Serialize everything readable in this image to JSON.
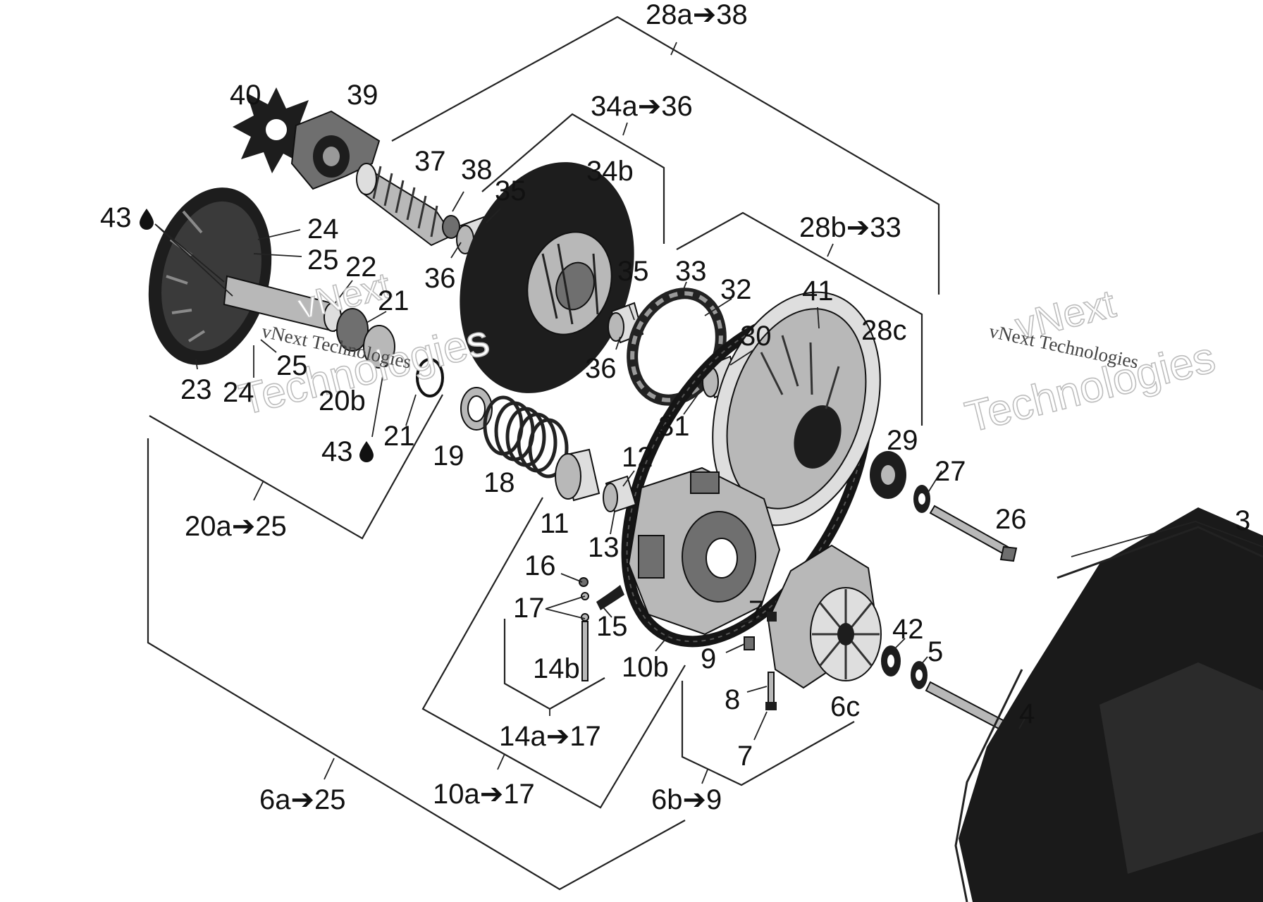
{
  "diagram": {
    "colors": {
      "ink": "#111111",
      "part_dark": "#1d1d1d",
      "part_mid": "#6f6f6f",
      "part_light": "#b8b8b8",
      "watermark_outline": "#bdbdbd"
    },
    "watermark": {
      "logo": "vNext",
      "line1": "Technologies",
      "small": "vNext Technologies"
    },
    "group_labels": {
      "g28a_38": "28a➔38",
      "g34a_36": "34a➔36",
      "g28b_33": "28b➔33",
      "g20a_25": "20a➔25",
      "g14a_17": "14a➔17",
      "g10a_17": "10a➔17",
      "g6a_25": "6a➔25",
      "g6b_9": "6b➔9"
    },
    "part_labels": {
      "p40": "40",
      "p39": "39",
      "p37": "37",
      "p38": "38",
      "p35a": "35",
      "p34b": "34b",
      "p43a": "43",
      "p24a": "24",
      "p25a": "25",
      "p22": "22",
      "p21a": "21",
      "p36a": "36",
      "p35b": "35",
      "p33": "33",
      "p32": "32",
      "p41": "41",
      "p28c": "28c",
      "p30": "30",
      "p36b": "36",
      "p31": "31",
      "p25b": "25",
      "p24b": "24",
      "p23": "23",
      "p20b": "20b",
      "p43b": "43",
      "p21b": "21",
      "p19": "19",
      "p18": "18",
      "p12": "12",
      "p11": "11",
      "p13": "13",
      "p29": "29",
      "p27": "27",
      "p26": "26",
      "p3": "3",
      "p16": "16",
      "p17": "17",
      "p15": "15",
      "p14b": "14b",
      "p10b": "10b",
      "p7a": "7",
      "p9": "9",
      "p42": "42",
      "p5": "5",
      "p8": "8",
      "p6c": "6c",
      "p7b": "7",
      "p4": "4"
    }
  }
}
